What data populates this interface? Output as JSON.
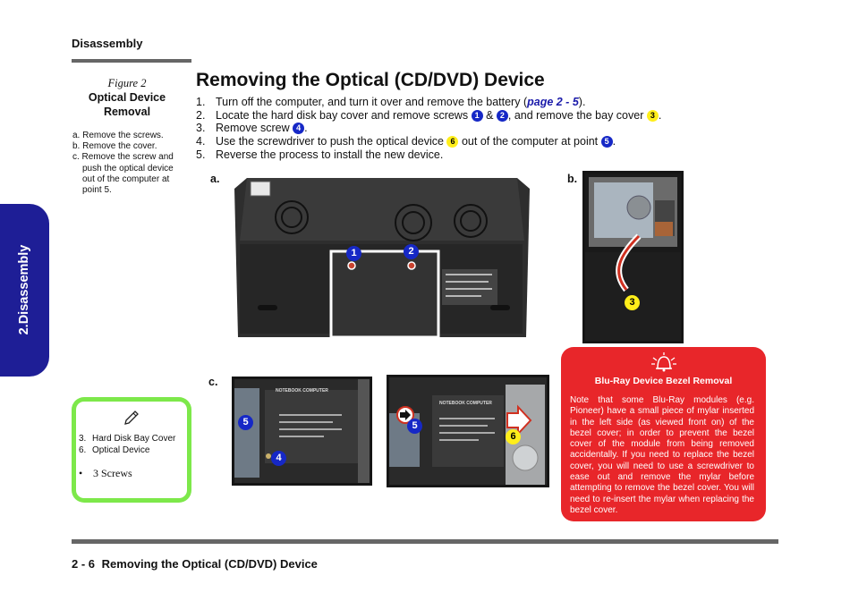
{
  "header": {
    "section": "Disassembly"
  },
  "figure": {
    "number": "Figure 2",
    "title_line1": "Optical Device",
    "title_line2": "Removal",
    "steps": [
      "a. Remove the screws.",
      "b. Remove the cover.",
      "c. Remove the screw and",
      "push the optical device",
      "out of the computer at",
      "point 5."
    ]
  },
  "title": "Removing the Optical (CD/DVD) Device",
  "instructions": {
    "s1": {
      "num": "1.",
      "text": "Turn off the computer, and turn it over and remove the battery (",
      "link": "page 2 - 5",
      "tail": ")."
    },
    "s2": {
      "num": "2.",
      "text": "Locate the hard disk bay cover and remove screws",
      "b1": "1",
      "amp": "&",
      "b2": "2",
      "mid": ", and remove the bay cover",
      "b3": "3",
      "tail": "."
    },
    "s3": {
      "num": "3.",
      "text": "Remove screw",
      "b1": "4",
      "tail": "."
    },
    "s4": {
      "num": "4.",
      "text": "Use the screwdriver to push the optical device",
      "b1": "6",
      "mid": "out of the computer at point",
      "b2": "5",
      "tail": "."
    },
    "s5": {
      "num": "5.",
      "text": "Reverse the process to install the new device."
    }
  },
  "side_tab": "2.Disassembly",
  "panels": {
    "a": "a.",
    "b": "b.",
    "c": "c."
  },
  "callouts": {
    "one": "1",
    "two": "2",
    "three": "3",
    "four": "4",
    "five": "5",
    "six": "6"
  },
  "photo_text": {
    "notebook_computer": "NOTEBOOK COMPUTER"
  },
  "note_box": {
    "item1_num": "3.",
    "item1_text": "Hard Disk Bay Cover",
    "item2_num": "6.",
    "item2_text": "Optical Device",
    "bullet": "3 Screws"
  },
  "warning": {
    "title": "Blu-Ray Device Bezel Removal",
    "text": "Note that some Blu-Ray modules (e.g. Pioneer) have a small piece of mylar inserted in the left side (as viewed front on) of the bezel cover; in order to prevent the bezel cover of the module from being removed accidentally. If you need to replace the bezel cover, you will need to use a screwdriver to ease out and remove the mylar before attempting to remove the bezel cover. You will need to re-insert the mylar when replacing the bezel cover."
  },
  "footer": {
    "page": "2 - 6",
    "title": "Removing the Optical (CD/DVD) Device"
  },
  "colors": {
    "side_tab": "#1e1e96",
    "note_border": "#7de84a",
    "warning_bg": "#e8262a",
    "callout_blue": "#1628c6",
    "callout_yellow": "#ffee1a",
    "link": "#1a1aaa"
  }
}
